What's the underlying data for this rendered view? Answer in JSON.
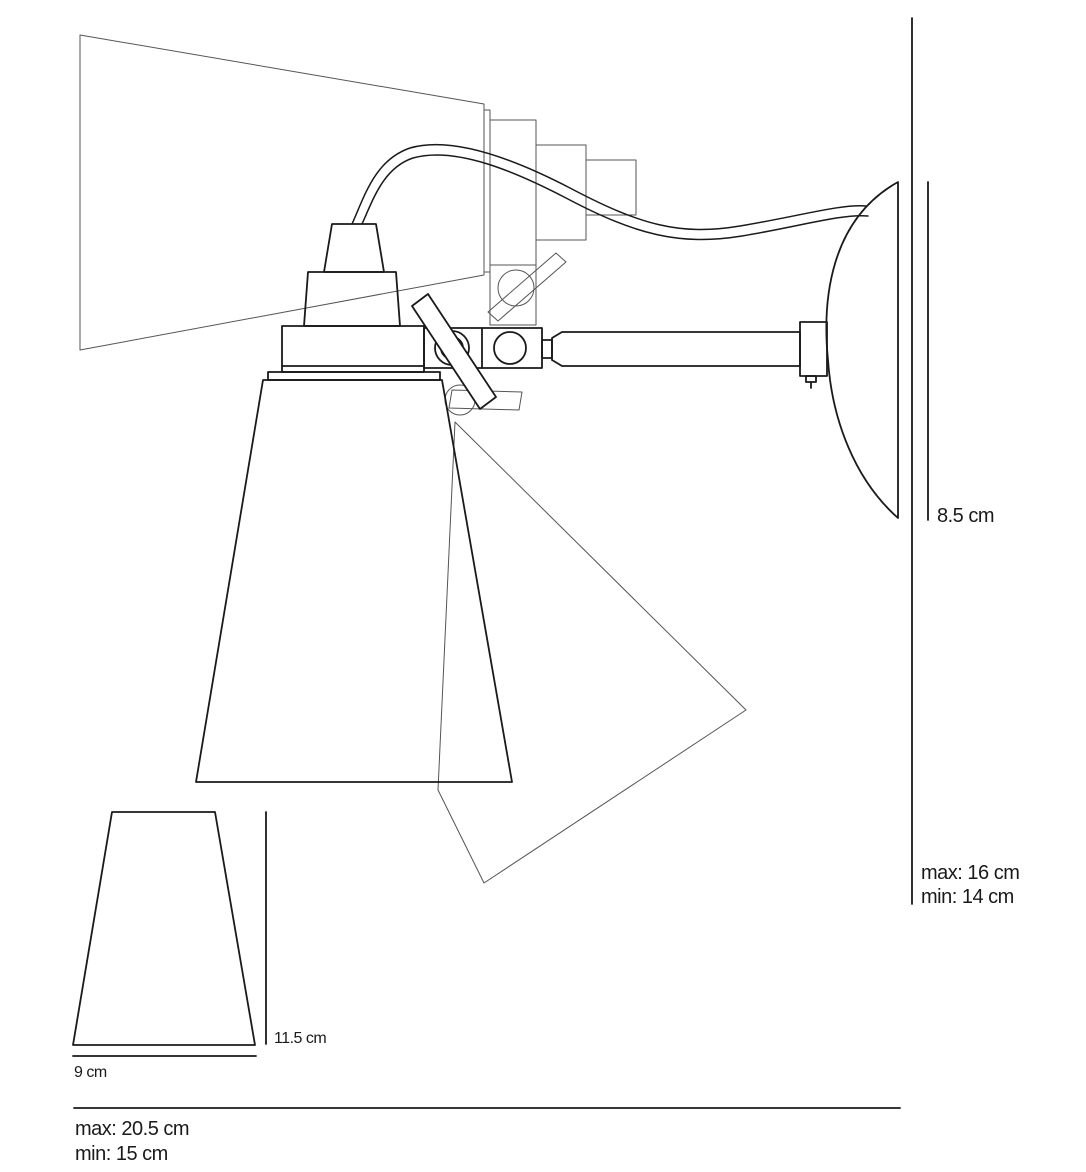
{
  "dimensions": {
    "wall_plate_height": "8.5 cm",
    "height_max": "max: 16 cm",
    "height_min": "min:  14 cm",
    "shade_height": "11.5 cm",
    "shade_width": "9 cm",
    "reach_max": "max: 20.5 cm",
    "reach_min": "min:  15 cm"
  },
  "colors": {
    "line": "#1a1a1a",
    "ghost_line": "#555555",
    "background": "#ffffff"
  }
}
